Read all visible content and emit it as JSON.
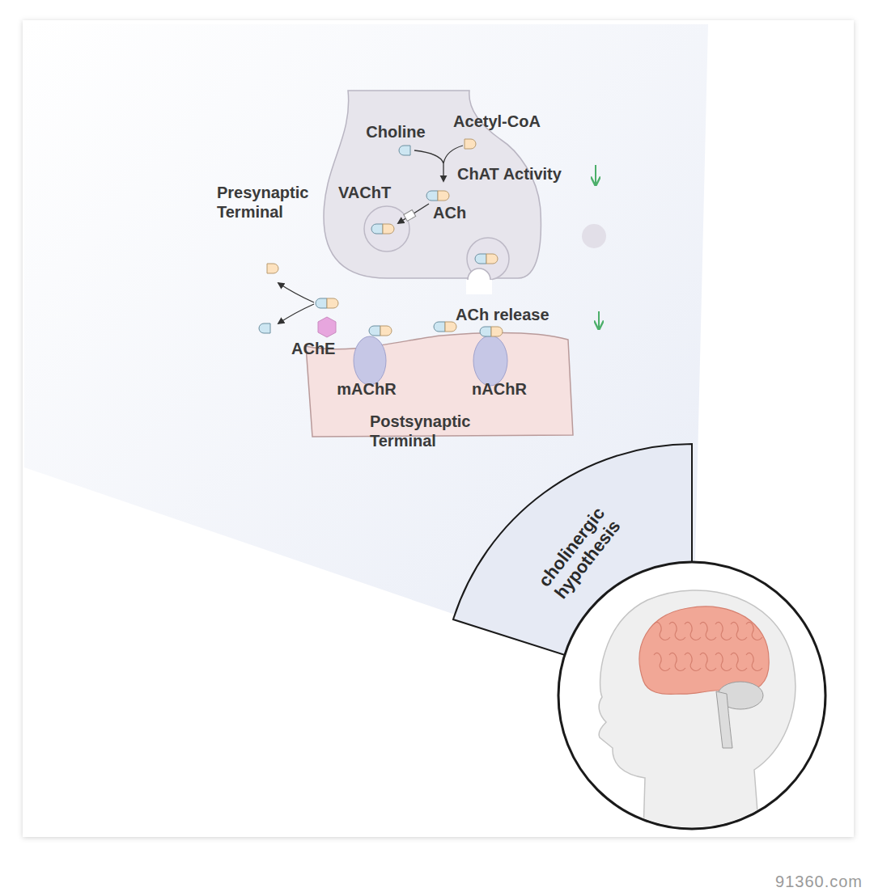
{
  "diagram": {
    "nodes": [
      {
        "text": [
          "Presynaptic Terminal",
          "Choline",
          "Acetyl-CoA",
          "ChAT Activity",
          "VAChT",
          "ACh"
        ]
      },
      {
        "text": [
          "mAChR",
          "nAChR",
          "Postsynaptic Terminal"
        ]
      },
      {
        "text": [
          "cholinergic hypothesis"
        ]
      }
    ],
    "labels": [
      "AChE",
      "ACh release",
      "91360.com"
    ]
  }
}
